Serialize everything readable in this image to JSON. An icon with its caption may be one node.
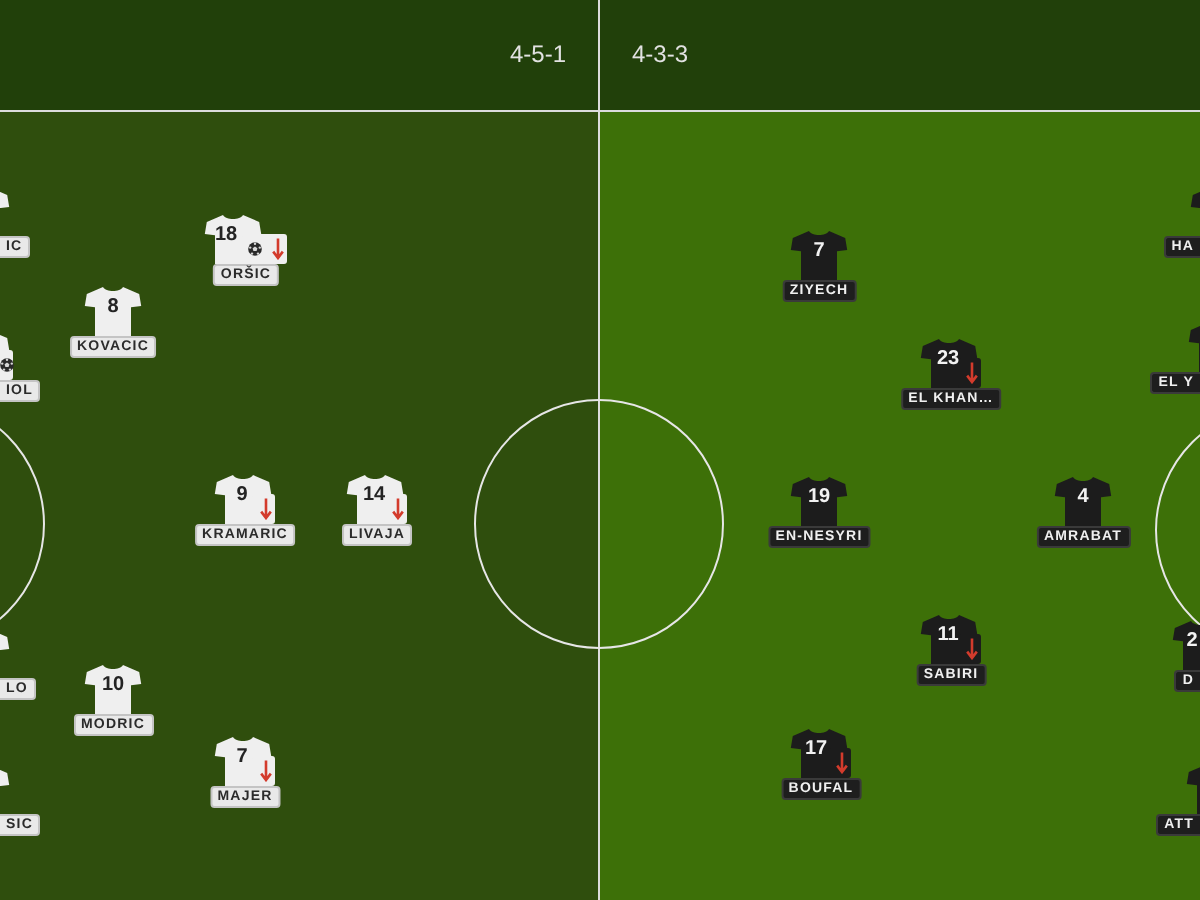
{
  "diagram": {
    "nodes": [
      {
        "text": [
          "IC"
        ]
      },
      {
        "text": [
          "18",
          "ORŠIC"
        ]
      },
      {
        "text": [
          "8",
          "KOVACIC"
        ]
      },
      {
        "text": [
          "IOL"
        ]
      },
      {
        "text": [
          "9",
          "KRAMARIC"
        ]
      },
      {
        "text": [
          "14",
          "LIVAJA"
        ]
      },
      {
        "text": [
          "LO"
        ]
      },
      {
        "text": [
          "10",
          "MODRIC"
        ]
      },
      {
        "text": [
          "7",
          "MAJER"
        ]
      },
      {
        "text": [
          "SIC"
        ]
      },
      {
        "text": [
          "HA"
        ]
      },
      {
        "text": [
          "7",
          "ZIYECH"
        ]
      },
      {
        "text": [
          "EL Y"
        ]
      },
      {
        "text": [
          "23",
          "EL KHAN…"
        ]
      },
      {
        "text": [
          "19",
          "EN-NESYRI"
        ]
      },
      {
        "text": [
          "4",
          "AMRABAT"
        ]
      },
      {
        "text": [
          "2",
          "D"
        ]
      },
      {
        "text": [
          "11",
          "SABIRI"
        ]
      },
      {
        "text": [
          "17",
          "BOUFAL"
        ]
      },
      {
        "text": [
          "ATT"
        ]
      }
    ],
    "labels": [
      "4-5-1",
      "4-3-3"
    ]
  }
}
